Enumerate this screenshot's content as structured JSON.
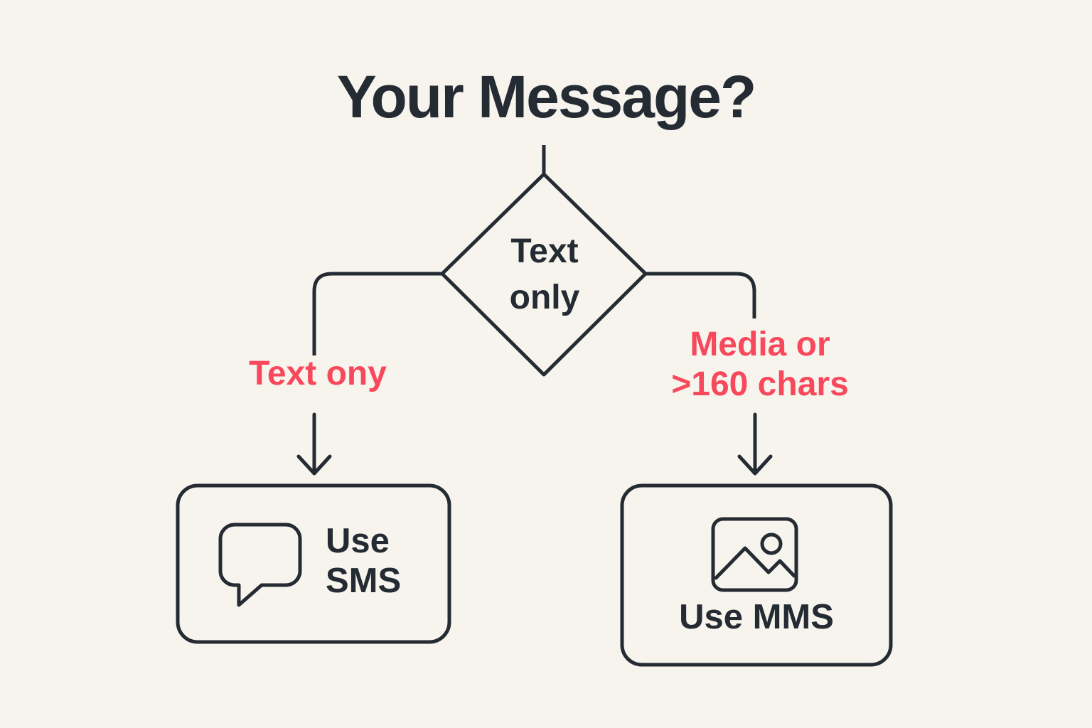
{
  "colors": {
    "bg": "#F7F4EE",
    "ink": "#252B33",
    "accent": "#F8495C"
  },
  "title": "Your Message?",
  "decision": {
    "line1": "Text",
    "line2": "only"
  },
  "branches": {
    "left": {
      "label": "Text ony"
    },
    "right": {
      "line1": "Media or",
      "line2": ">160 chars"
    }
  },
  "outcomes": {
    "sms": {
      "line1": "Use",
      "line2": "SMS",
      "icon": "speech-bubble-icon"
    },
    "mms": {
      "label": "Use MMS",
      "icon": "image-icon"
    }
  }
}
